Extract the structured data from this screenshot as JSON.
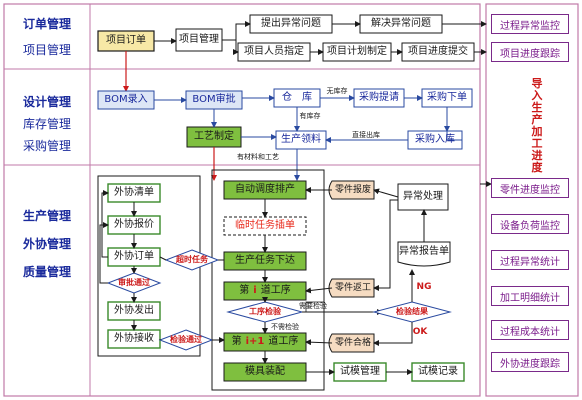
{
  "left_labels": [
    "订单管理",
    "项目管理",
    "设计管理",
    "库存管理",
    "采购管理",
    "生产管理",
    "外协管理",
    "质量管理"
  ],
  "order": {
    "project_order": "项目订单",
    "project_manage": "项目管理",
    "report_issue": "提出异常问题",
    "resolve_issue": "解决异常问题",
    "assign_staff": "项目人员指定",
    "plan": "项目计划制定",
    "progress_submit": "项目进度提交"
  },
  "design": {
    "bom_input": "BOM录入",
    "bom_review": "BOM审批",
    "warehouse": "仓　库",
    "purchase_req": "采购提请",
    "purchase_order": "采购下单",
    "process_plan": "工艺制定",
    "prod_pick": "生产领料",
    "purchase_in": "采购入库",
    "no_stock": "无库存",
    "has_stock": "有库存",
    "qc_out": "直接出库",
    "bom_process": "有材料和工艺"
  },
  "production": {
    "outsource_list": "外协清单",
    "outsource_quote": "外协报价",
    "outsource_order": "外协订单",
    "approve_pass": "审批通过",
    "outsource_ship": "外协发出",
    "outsource_receive": "外协接收",
    "inspect_pass": "检验通过",
    "outsource_task": "超时任务",
    "auto_schedule": "自动调度排产",
    "urgent_insert": "临时任务插单",
    "task_issue": "生产任务下达",
    "step_i_a": "第",
    "step_i_b": "i",
    "step_i_c": "道工序",
    "process_check": "工序检验",
    "no_check": "不需检验",
    "need_check": "需要检验",
    "step_i1_a": "第",
    "step_i1_b": "i+1",
    "step_i1_c": "道工序",
    "mold_assembly": "模具装配",
    "trial_manage": "试模管理",
    "trial_record": "试模记录",
    "part_report": "零件报废",
    "exception": "异常处理",
    "exception_report": "异常报告单",
    "part_rework": "零件返工",
    "ng": "NG",
    "ok": "OK",
    "inspect_result": "检验结果",
    "part_ok": "零件合格"
  },
  "right_panel": {
    "top": [
      "过程异常监控",
      "项目进度跟踪"
    ],
    "vertical_text": "导入生产加工进度",
    "bottom": [
      "零件进度监控",
      "设备负荷监控",
      "过程异常统计",
      "加工明细统计",
      "过程成本统计",
      "外协进度跟踪"
    ]
  }
}
